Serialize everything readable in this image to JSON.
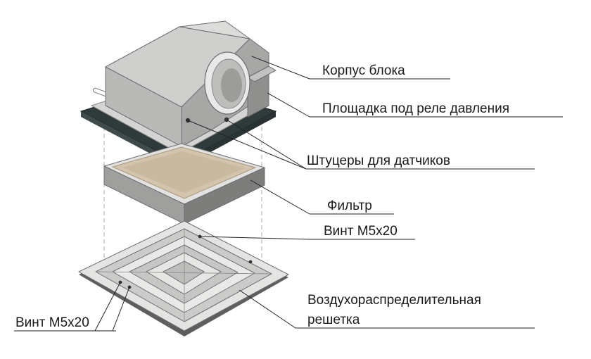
{
  "labels": {
    "housing": "Корпус блока",
    "pressure_pad": "Площадка под реле давления",
    "fittings": "Штуцеры для датчиков",
    "filter": "Фильтр",
    "screw_upper": "Винт М5х20",
    "screw_lower": "Винт М5х20",
    "diffuser_line1": "Воздухораспределительная",
    "diffuser_line2": "решетка"
  }
}
